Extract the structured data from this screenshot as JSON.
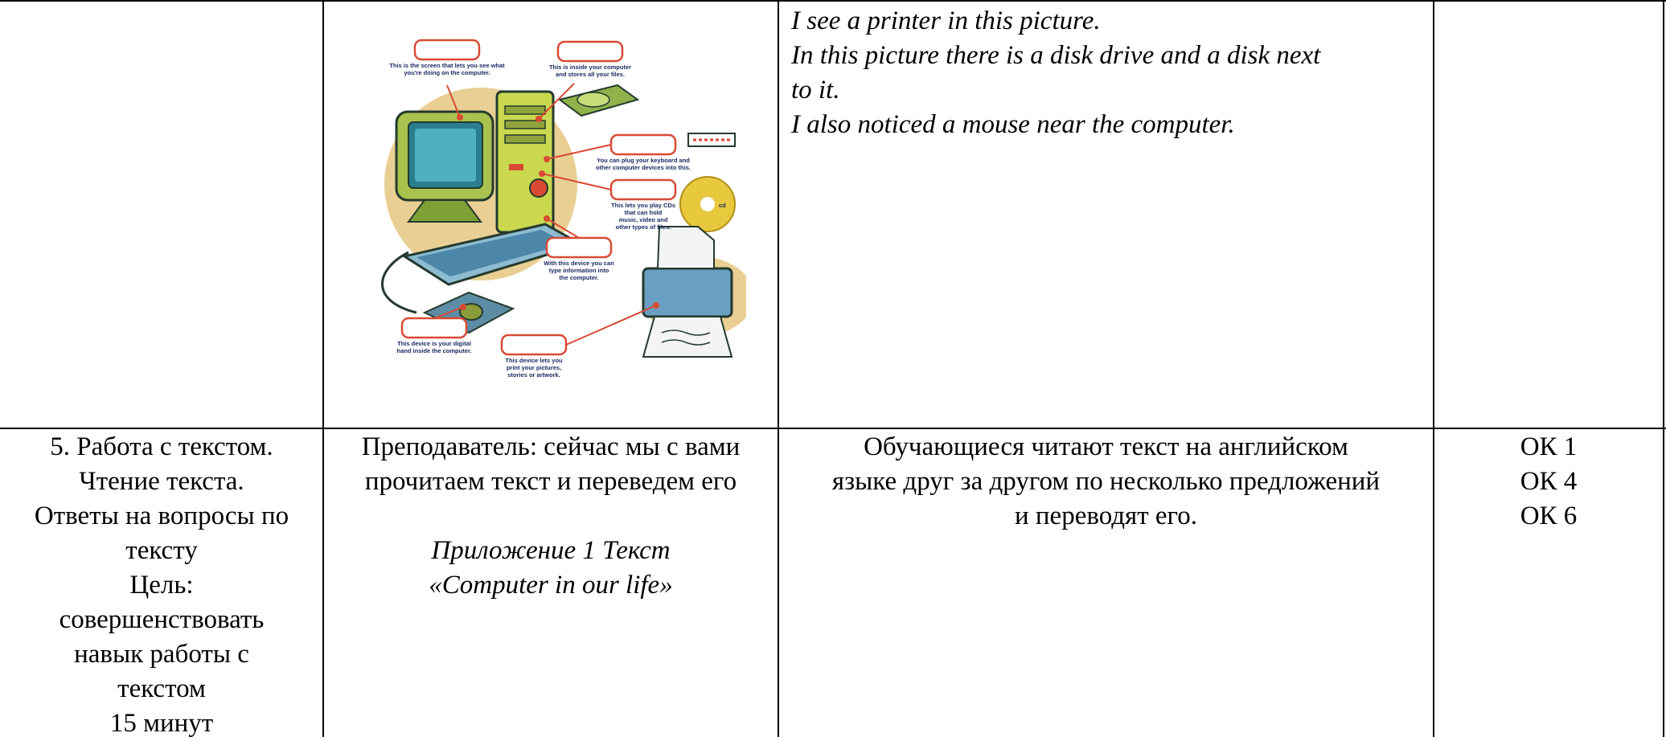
{
  "row1": {
    "observations": [
      "I see a printer in this picture.",
      "In this picture there is a disk drive and a disk next",
      "to it.",
      "I also noticed a mouse near the computer."
    ],
    "picture": {
      "labels": {
        "screen": [
          "This is the screen that lets you see what",
          "you're doing on the computer."
        ],
        "hard_drive": [
          "This is inside your computer",
          "and stores all your files."
        ],
        "ports": [
          "You can plug your keyboard and",
          "other computer devices into this."
        ],
        "cd_drive": [
          "This lets you play CDs",
          "that can hold",
          "music, video and",
          "other types of files."
        ],
        "keyboard": [
          "With this device you can",
          "type information into",
          "the computer."
        ],
        "mouse": [
          "This device is your digital",
          "hand inside the computer."
        ],
        "printer": [
          "This device lets you",
          "print your pictures,",
          "stories or artwork."
        ]
      },
      "cd_text": "cd"
    }
  },
  "row2": {
    "stage": [
      "5. Работа с текстом.",
      "Чтение текста.",
      "Ответы на вопросы по",
      "тексту",
      "Цель:",
      "совершенствовать",
      "навык работы с",
      "текстом",
      "15 минут"
    ],
    "teacher": [
      "Преподаватель: сейчас мы с вами",
      "прочитаем текст и переведем его"
    ],
    "appendix": [
      "Приложение 1 Текст",
      "«Computer in our life»"
    ],
    "students": [
      "Обучающиеся читают текст на английском",
      "языке друг за другом по несколько предложений",
      "и переводят его."
    ],
    "competences": [
      "ОК 1",
      "ОК 4",
      "ОК 6"
    ]
  }
}
